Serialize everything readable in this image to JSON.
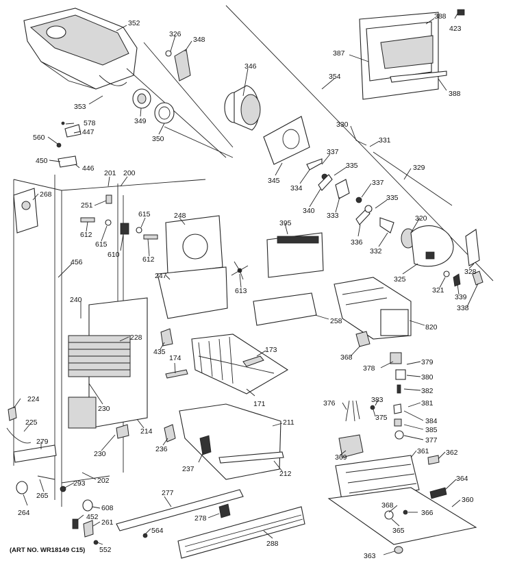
{
  "caption": "(ART NO. WR18149 C15)",
  "parts": [
    "352",
    "326",
    "348",
    "346",
    "388",
    "423",
    "387",
    "354",
    "388",
    "353",
    "349",
    "350",
    "578",
    "447",
    "560",
    "450",
    "446",
    "201",
    "200",
    "268",
    "251",
    "612",
    "615",
    "610",
    "615",
    "612",
    "248",
    "456",
    "240",
    "228",
    "435",
    "174",
    "173",
    "171",
    "230",
    "224",
    "225",
    "279",
    "230",
    "214",
    "236",
    "211",
    "237",
    "212",
    "202",
    "293",
    "265",
    "264",
    "608",
    "452",
    "261",
    "552",
    "277",
    "278",
    "564",
    "288",
    "330",
    "331",
    "329",
    "345",
    "337",
    "334",
    "335",
    "340",
    "333",
    "337",
    "335",
    "336",
    "332",
    "320",
    "395",
    "328",
    "325",
    "321",
    "339",
    "338",
    "258",
    "820",
    "368",
    "378",
    "379",
    "380",
    "382",
    "381",
    "376",
    "383",
    "375",
    "384",
    "385",
    "377",
    "369",
    "361",
    "362",
    "364",
    "360",
    "368",
    "366",
    "365",
    "363",
    "613",
    "247"
  ]
}
